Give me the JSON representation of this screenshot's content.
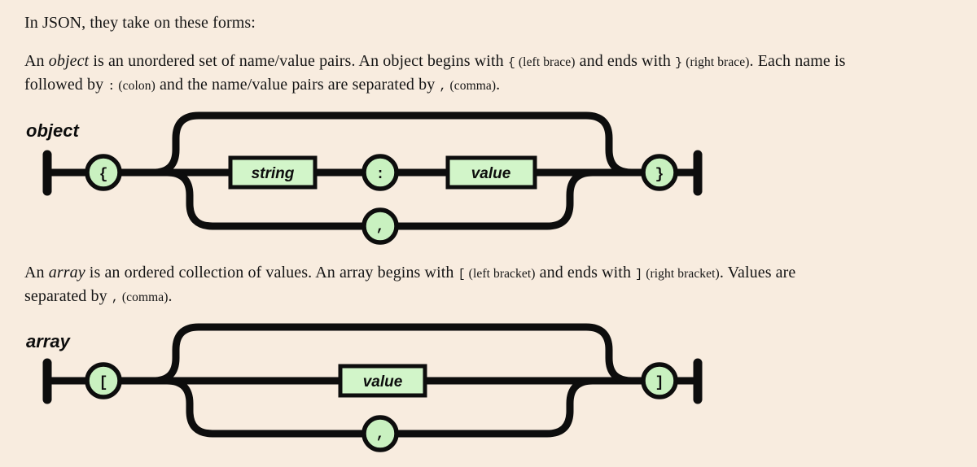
{
  "colors": {
    "page-bg": "#f8ecdf",
    "node-fill": "#c9f1c0",
    "box-fill": "#d2f5c9",
    "line": "#0d0d0d",
    "text": "#151515"
  },
  "intro": {
    "text": "In JSON, they take on these forms:"
  },
  "object_section": {
    "description_segments": [
      {
        "text": "An ",
        "style": "plain"
      },
      {
        "text": "object",
        "style": "italic"
      },
      {
        "text": " is an unordered set of name/value pairs. An object begins with ",
        "style": "plain"
      },
      {
        "text": "{",
        "style": "code"
      },
      {
        "text": " (left brace)",
        "style": "small"
      },
      {
        "text": " and ends with ",
        "style": "plain"
      },
      {
        "text": "}",
        "style": "code"
      },
      {
        "text": " (right brace)",
        "style": "small"
      },
      {
        "text": ". Each name is",
        "style": "plain"
      },
      {
        "text": "",
        "style": "break"
      },
      {
        "text": "followed by ",
        "style": "plain"
      },
      {
        "text": ":",
        "style": "code"
      },
      {
        "text": " (colon)",
        "style": "small"
      },
      {
        "text": " and the name/value pairs are separated by ",
        "style": "plain"
      },
      {
        "text": ",",
        "style": "code"
      },
      {
        "text": " (comma)",
        "style": "small"
      },
      {
        "text": ".",
        "style": "plain"
      }
    ],
    "diagram": {
      "label": "object",
      "open_token": "{",
      "first_item": "string",
      "pair_separator": ":",
      "second_item": "value",
      "loop_separator": ",",
      "close_token": "}"
    }
  },
  "array_section": {
    "description_segments": [
      {
        "text": "An ",
        "style": "plain"
      },
      {
        "text": "array",
        "style": "italic"
      },
      {
        "text": " is an ordered collection of values. An array begins with ",
        "style": "plain"
      },
      {
        "text": "[",
        "style": "code"
      },
      {
        "text": " (left bracket)",
        "style": "small"
      },
      {
        "text": " and ends with ",
        "style": "plain"
      },
      {
        "text": "]",
        "style": "code"
      },
      {
        "text": " (right bracket)",
        "style": "small"
      },
      {
        "text": ". Values are",
        "style": "plain"
      },
      {
        "text": "",
        "style": "break"
      },
      {
        "text": "separated by ",
        "style": "plain"
      },
      {
        "text": ",",
        "style": "code"
      },
      {
        "text": " (comma)",
        "style": "small"
      },
      {
        "text": ".",
        "style": "plain"
      }
    ],
    "diagram": {
      "label": "array",
      "open_token": "[",
      "item": "value",
      "loop_separator": ",",
      "close_token": "]"
    }
  }
}
